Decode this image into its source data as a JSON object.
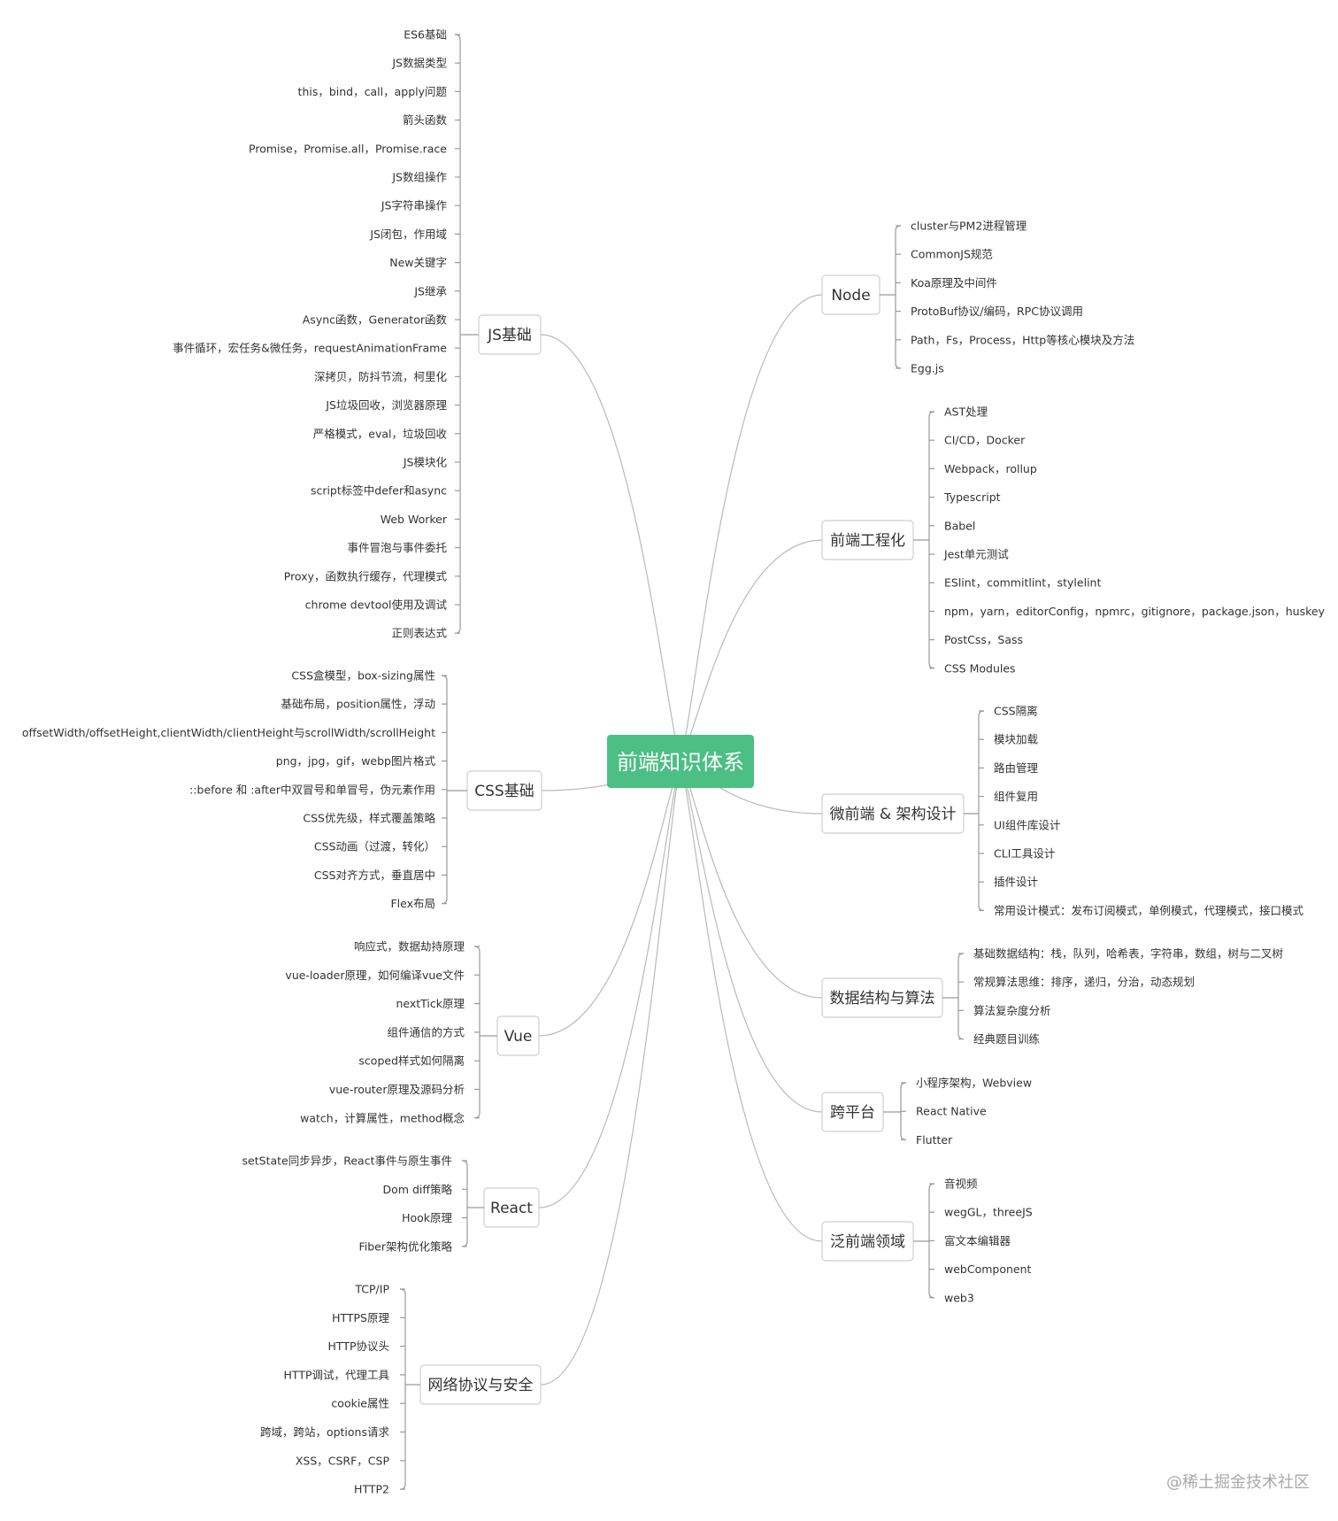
{
  "center": {
    "label": "前端知识体系",
    "color": "#4cbf84"
  },
  "branches": [
    {
      "id": "js",
      "label": "JS基础",
      "side": "left",
      "items": [
        "ES6基础",
        "JS数据类型",
        "this，bind，call，apply问题",
        "箭头函数",
        "Promise，Promise.all，Promise.race",
        "JS数组操作",
        "JS字符串操作",
        "JS闭包，作用域",
        "New关键字",
        "JS继承",
        "Async函数，Generator函数",
        "事件循环，宏任务&微任务，requestAnimationFrame",
        "深拷贝，防抖节流，柯里化",
        "JS垃圾回收，浏览器原理",
        "严格模式，eval，垃圾回收",
        "JS模块化",
        "script标签中defer和async",
        "Web Worker",
        "事件冒泡与事件委托",
        "Proxy，函数执行缓存，代理模式",
        "chrome devtool使用及调试",
        "正则表达式"
      ]
    },
    {
      "id": "css",
      "label": "CSS基础",
      "side": "left",
      "items": [
        "CSS盒模型，box-sizing属性",
        "基础布局，position属性，浮动",
        "offsetWidth/offsetHeight,clientWidth/clientHeight与scrollWidth/scrollHeight",
        "png，jpg，gif，webp图片格式",
        "::before 和 :after中双冒号和单冒号，伪元素作用",
        "CSS优先级，样式覆盖策略",
        "CSS动画（过渡，转化）",
        "CSS对齐方式，垂直居中",
        "Flex布局"
      ]
    },
    {
      "id": "vue",
      "label": "Vue",
      "side": "left",
      "items": [
        "响应式，数据劫持原理",
        "vue-loader原理，如何编译vue文件",
        "nextTick原理",
        "组件通信的方式",
        "scoped样式如何隔离",
        "vue-router原理及源码分析",
        "watch，计算属性，method概念"
      ]
    },
    {
      "id": "react",
      "label": "React",
      "side": "left",
      "items": [
        "setState同步异步，React事件与原生事件",
        "Dom diff策略",
        "Hook原理",
        "Fiber架构优化策略"
      ]
    },
    {
      "id": "network",
      "label": "网络协议与安全",
      "side": "left",
      "items": [
        "TCP/IP",
        "HTTPS原理",
        "HTTP协议头",
        "HTTP调试，代理工具",
        "cookie属性",
        "跨域，跨站，options请求",
        "XSS，CSRF，CSP",
        "HTTP2"
      ]
    },
    {
      "id": "node",
      "label": "Node",
      "side": "right",
      "items": [
        "cluster与PM2进程管理",
        "CommonJS规范",
        "Koa原理及中间件",
        "ProtoBuf协议/编码，RPC协议调用",
        "Path，Fs，Process，Http等核心模块及方法",
        "Egg.js"
      ]
    },
    {
      "id": "eng",
      "label": "前端工程化",
      "side": "right",
      "items": [
        "AST处理",
        "CI/CD，Docker",
        "Webpack，rollup",
        "Typescript",
        "Babel",
        "Jest单元测试",
        "ESlint，commitlint，stylelint",
        "npm，yarn，editorConfig，npmrc，gitignore，package.json，huskey",
        "PostCss，Sass",
        "CSS Modules"
      ]
    },
    {
      "id": "micro",
      "label": "微前端 & 架构设计",
      "side": "right",
      "items": [
        "CSS隔离",
        "模块加载",
        "路由管理",
        "组件复用",
        "UI组件库设计",
        "CLI工具设计",
        "插件设计",
        "常用设计模式：发布订阅模式，单例模式，代理模式，接口模式"
      ]
    },
    {
      "id": "algo",
      "label": "数据结构与算法",
      "side": "right",
      "items": [
        "基础数据结构：栈，队列，哈希表，字符串，数组，树与二叉树",
        "常规算法思维：排序，递归，分治，动态规划",
        "算法复杂度分析",
        "经典题目训练"
      ]
    },
    {
      "id": "cross",
      "label": "跨平台",
      "side": "right",
      "items": [
        "小程序架构，Webview",
        "React Native",
        "Flutter"
      ]
    },
    {
      "id": "general",
      "label": "泛前端领域",
      "side": "right",
      "items": [
        "音视频",
        "wegGL，threeJS",
        "富文本编辑器",
        "webComponent",
        "web3"
      ]
    }
  ],
  "watermark": "@稀土掘金技术社区"
}
